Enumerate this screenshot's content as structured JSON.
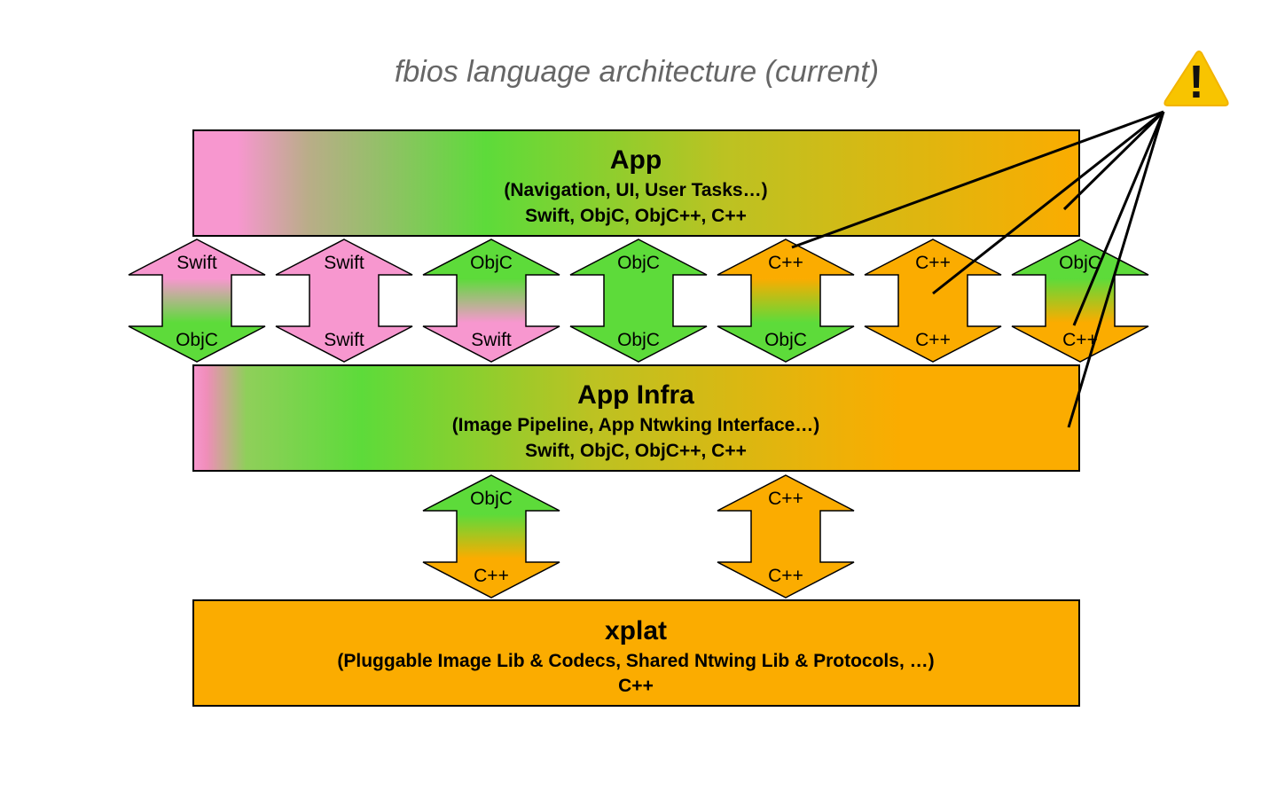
{
  "title": "fbios language architecture (current)",
  "colors": {
    "swift": "#f797cf",
    "objc": "#5ddb3a",
    "cpp": "#fbac00",
    "border": "#000000",
    "warning": "#f8c400"
  },
  "layers": {
    "app": {
      "name": "App",
      "desc": "(Navigation, UI, User Tasks…)",
      "langs": "Swift, ObjC, ObjC++, C++"
    },
    "infra": {
      "name": "App Infra",
      "desc": "(Image Pipeline, App Ntwking Interface…)",
      "langs": "Swift, ObjC, ObjC++, C++"
    },
    "xplat": {
      "name": "xplat",
      "desc": "(Pluggable Image Lib & Codecs, Shared Ntwing Lib & Protocols, …)",
      "langs": "C++"
    }
  },
  "top_arrows": [
    {
      "top": "Swift",
      "bottom": "ObjC"
    },
    {
      "top": "Swift",
      "bottom": "Swift"
    },
    {
      "top": "ObjC",
      "bottom": "Swift"
    },
    {
      "top": "ObjC",
      "bottom": "ObjC"
    },
    {
      "top": "C++",
      "bottom": "ObjC"
    },
    {
      "top": "C++",
      "bottom": "C++"
    },
    {
      "top": "ObjC",
      "bottom": "C++"
    }
  ],
  "bottom_arrows": [
    {
      "top": "ObjC",
      "bottom": "C++"
    },
    {
      "top": "C++",
      "bottom": "C++"
    }
  ],
  "warning_icon": "warning-triangle-icon",
  "warning_mark": "!"
}
